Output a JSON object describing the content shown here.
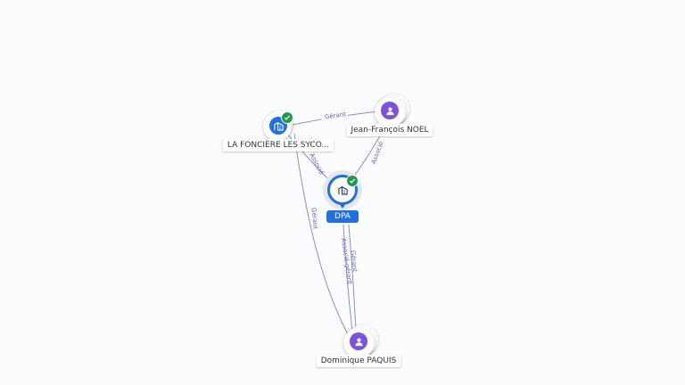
{
  "nodes": {
    "lafonciere": {
      "label": "LA FONCIÈRE LES SYCO...",
      "type": "company",
      "verified": true,
      "icon": "company-icon"
    },
    "jfnoel": {
      "label": "Jean-François NOEL",
      "type": "person",
      "icon": "person-icon"
    },
    "dpa": {
      "label": "DPA",
      "type": "company",
      "verified": true,
      "main": true,
      "icon": "company-icon"
    },
    "dpaquis": {
      "label": "Dominique PAQUIS",
      "type": "person",
      "icon": "person-icon"
    }
  },
  "edges": [
    {
      "id": "jf-lf",
      "label": "Gérant"
    },
    {
      "id": "jf-dpa",
      "label": "Associé"
    },
    {
      "id": "lf-dpa",
      "label": "Associé"
    },
    {
      "id": "dp-lf",
      "label": "Gérant"
    },
    {
      "id": "dp-dpa-1",
      "label": "Associé-gérant"
    },
    {
      "id": "dp-dpa-2",
      "label": "Gérant"
    }
  ],
  "colors": {
    "person": "#7b52e0",
    "company": "#1f6fe6",
    "verified": "#1f9a4d",
    "edge": "#8b93c2",
    "edge_label": "#6b63c9"
  }
}
